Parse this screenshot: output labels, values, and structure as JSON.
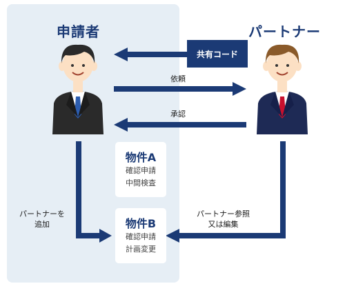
{
  "applicant": {
    "label": "申請者"
  },
  "partner": {
    "label": "パートナー"
  },
  "share_code": {
    "label": "共有コード"
  },
  "arrows": {
    "request": "依頼",
    "approval": "承認",
    "add_partner_1": "パートナーを",
    "add_partner_2": "追加",
    "partner_ref_1": "パートナー参照",
    "partner_ref_2": "又は編集"
  },
  "properties": [
    {
      "title": "物件A",
      "lines": [
        "確認申請",
        "中間検査"
      ]
    },
    {
      "title": "物件B",
      "lines": [
        "確認申請",
        "計画変更"
      ]
    }
  ],
  "colors": {
    "navy": "#1b3a75",
    "panel": "#e6eef5",
    "tie_applicant": "#2c5db0",
    "tie_partner": "#c8102e",
    "hair_applicant": "#2a2a2a",
    "hair_partner": "#8a5a2a",
    "skin": "#fce0c4"
  }
}
